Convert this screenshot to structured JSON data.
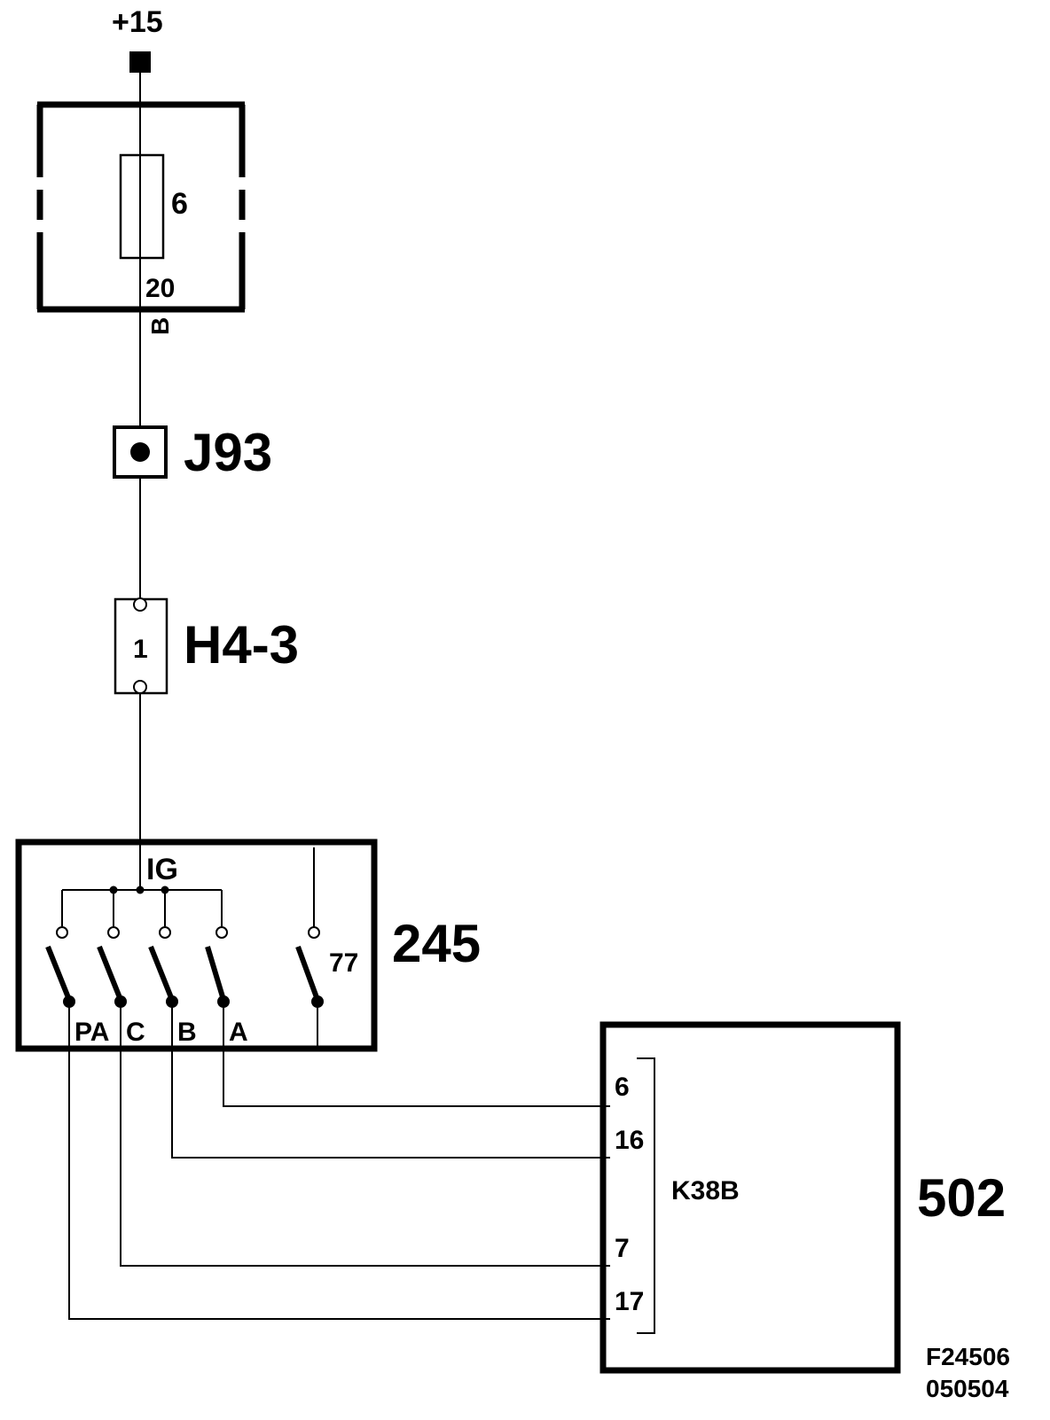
{
  "supply": {
    "label": "+15"
  },
  "fuse": {
    "number": "6",
    "pin": "20",
    "wire_color": "B"
  },
  "junction": {
    "label": "J93"
  },
  "connector": {
    "label": "H4-3",
    "pin": "1"
  },
  "ignition_switch": {
    "number": "245",
    "input_label": "IG",
    "terminals": [
      "PA",
      "C",
      "B",
      "A"
    ],
    "aux_terminal": "77"
  },
  "module": {
    "number": "502",
    "connector": "K38B",
    "pins": [
      "6",
      "16",
      "7",
      "17"
    ]
  },
  "footer": {
    "figure_id": "F24506",
    "date_code": "050504"
  }
}
